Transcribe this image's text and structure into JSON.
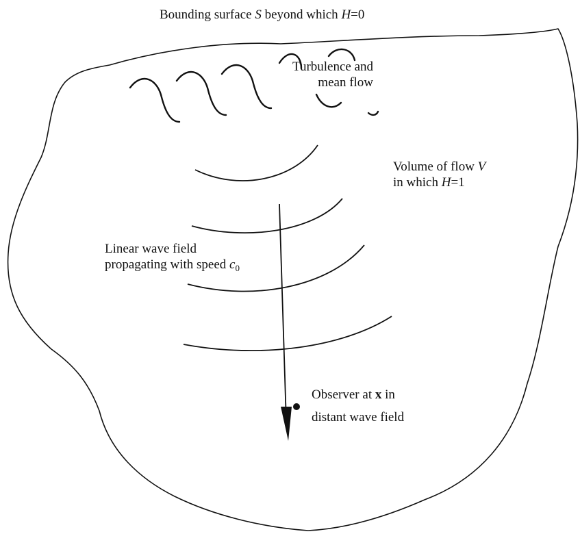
{
  "title": {
    "prefix": "Bounding surface ",
    "symbol_s": "S",
    "middle": " beyond which ",
    "symbol_h": "H",
    "suffix": "=0"
  },
  "turbulence": {
    "line1": "Turbulence and",
    "line2": "mean flow"
  },
  "volume": {
    "line1_text": "Volume of flow ",
    "line1_symbol": "V",
    "line2_text": "in which ",
    "line2_symbol": "H",
    "line2_suffix": "=1"
  },
  "wave_field": {
    "line1": "Linear wave field",
    "line2_text": "propagating with speed ",
    "line2_symbol": "c",
    "line2_subscript": "0"
  },
  "observer": {
    "line1_text": "Observer at ",
    "line1_symbol": "x",
    "line1_suffix": " in",
    "line2": "distant wave field"
  },
  "colors": {
    "ink": "#111111",
    "background": "#ffffff"
  }
}
